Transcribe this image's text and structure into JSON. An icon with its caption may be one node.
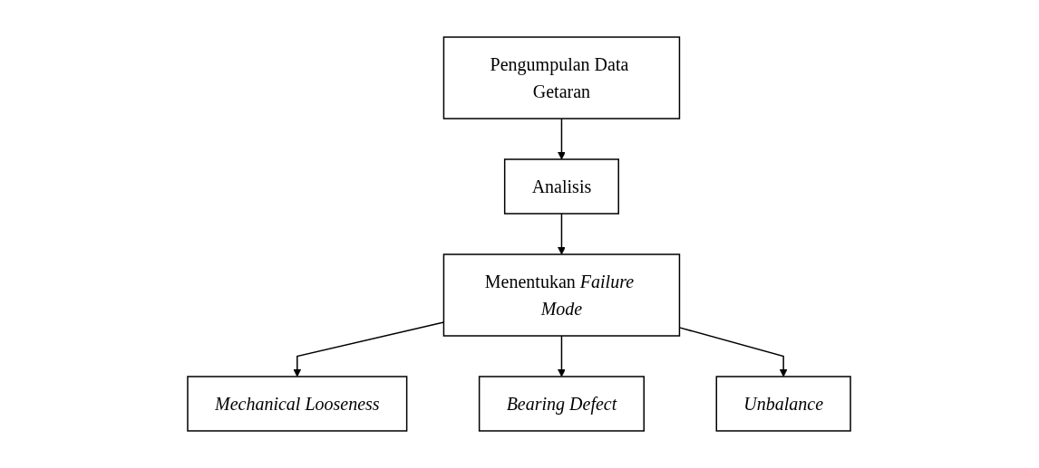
{
  "diagram": {
    "nodes": [
      {
        "text": [
          "Pengumpulan Data Getaran"
        ]
      },
      {
        "text": [
          "Analisis"
        ]
      },
      {
        "text": [
          "Menentukan *Failure Mode*"
        ]
      },
      {
        "text": [
          "Mechanical Looseness"
        ]
      },
      {
        "text": [
          "Bearing Defect"
        ]
      },
      {
        "text": [
          "Unbalance"
        ]
      }
    ],
    "edges": [
      {
        "from": 0,
        "to": 1,
        "arrow": "to"
      },
      {
        "from": 1,
        "to": 2,
        "arrow": "to"
      },
      {
        "from": 2,
        "to": 3,
        "arrow": "to"
      },
      {
        "from": 2,
        "to": 4,
        "arrow": "to"
      },
      {
        "from": 2,
        "to": 5,
        "arrow": "to"
      }
    ]
  }
}
